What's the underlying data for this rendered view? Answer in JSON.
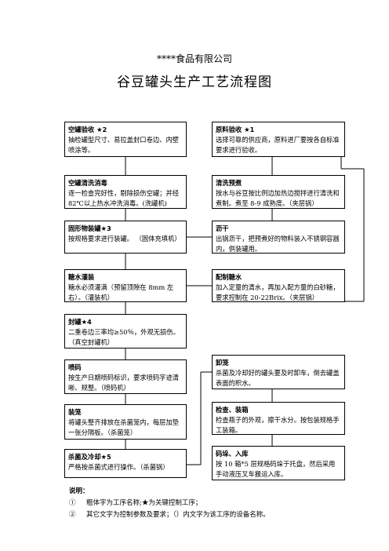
{
  "header": {
    "company": "****食品有限公司",
    "title": "谷豆罐头生产工艺流程图"
  },
  "left_column": [
    {
      "name": "空罐验收",
      "mark": " ★2",
      "text": "抽检罐型尺寸、易拉盖封口卷边、内壁喷涂等。"
    },
    {
      "name": "空罐清洗消毒",
      "mark": "",
      "text": "逐一检查完好性，剔除损伤空罐；并经82℃以上热水冲洗消毒。(洗罐机)"
    },
    {
      "name": "固形物装罐",
      "mark": "★3",
      "text": "按规格要求进行装罐。 （固体充填机）"
    },
    {
      "name": "糖水灌装",
      "mark": "",
      "text": "糖水必须灌满（预留顶隙在 8mm 左右）。（灌装机）"
    },
    {
      "name": "封罐",
      "mark": "★4",
      "text": "二重卷边三率均≥50％，外观无损伤。（真空封罐机）"
    },
    {
      "name": "喷码",
      "mark": "",
      "text": "按生产日期喷码标识，要求喷码字迹清晰、规整。（喷码机）"
    },
    {
      "name": "装笼",
      "mark": "",
      "text": "将罐头整齐排放在杀菌笼内，每层加垫一张分隔板。（杀菌笼）"
    },
    {
      "name": "杀菌及冷却",
      "mark": "★5",
      "text": "严格按杀菌式进行操作。（杀菌锅）"
    }
  ],
  "right_column": [
    {
      "name": "原料验收",
      "mark": " ★1",
      "text": "选择可靠的供应商，原料进厂要按各自标准要求进行验收。"
    },
    {
      "name": "清洗预煮",
      "mark": "",
      "text": "按水与谷豆按比例边加热边搅拌进行清洗和煮制。煮至 8-9 成熟度。（夹层锅）"
    },
    {
      "name": "沥干",
      "mark": "",
      "text": "出锅沥干，把预煮好的物料装入不锈钢容器内，供装罐用。"
    },
    {
      "name": "配制糖水",
      "mark": "",
      "text": "加入定量的清水，再加入配方量的白砂糖，要求控制在 20-22Brix。（夹层锅）"
    },
    {
      "name": "卸笼",
      "mark": "",
      "text": "杀菌及冷却好的罐头要及时卸车，倒去罐盖表面的积水。"
    },
    {
      "name": "检查、装箱",
      "mark": "",
      "text": "检查瓶子的外观，擦干水分。按包装规格手工装箱。"
    },
    {
      "name": "码垛、入库",
      "mark": "",
      "text": "按 10 箱*5 层规格码垛于托盘，然后采用手动液压叉车搬运入库。"
    }
  ],
  "notes": {
    "heading": "说明：",
    "items": [
      {
        "num": "①",
        "text": "粗体字为工序名称;★为关键控制工序；"
      },
      {
        "num": "②",
        "text": "其它文字为控制参数及要求；（）内文字为该工序的设备名称。"
      }
    ]
  }
}
